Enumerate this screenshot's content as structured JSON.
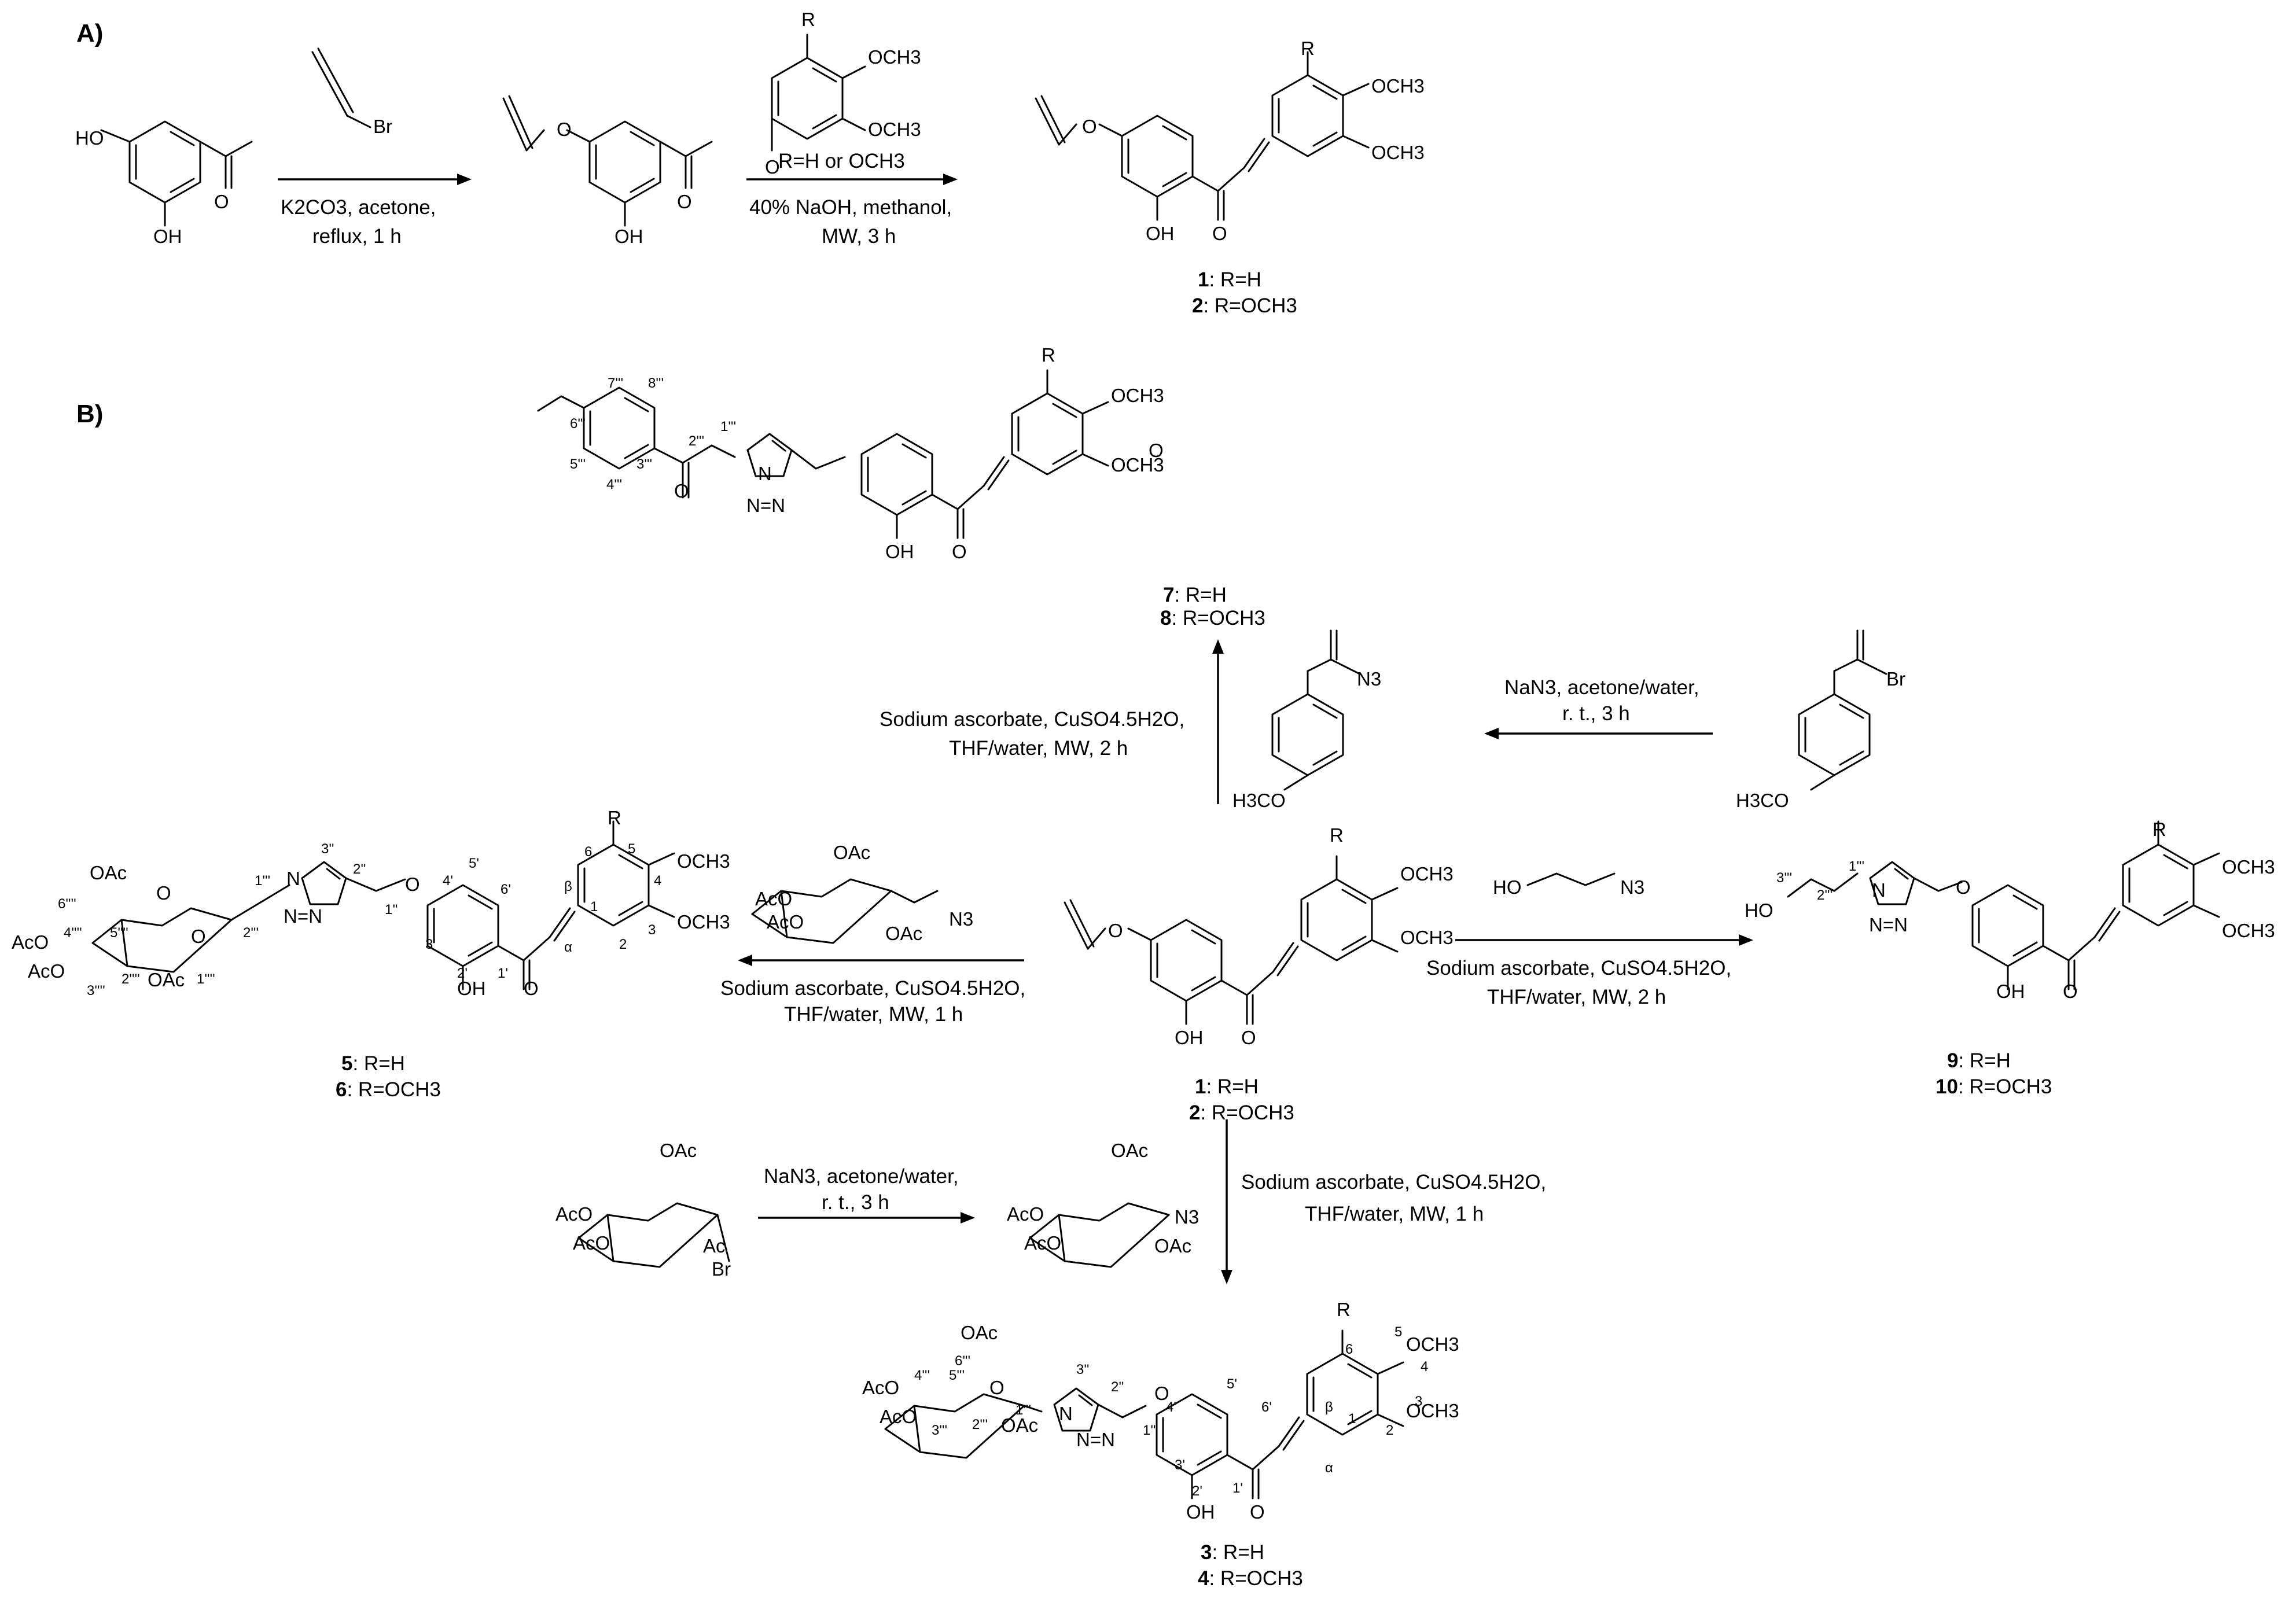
{
  "sections": {
    "a": "A)",
    "b": "B)"
  },
  "reagents": {
    "br": "Br",
    "oh": "OH",
    "ho": "HO",
    "och3": "OCH3",
    "h3co": "H3CO",
    "r": "R",
    "n3": "N3",
    "oac": "OAc",
    "aco": "AcO",
    "ac": "Ac",
    "o": "O",
    "n": "N",
    "nn": "N=N"
  },
  "conditions": {
    "a1": [
      "K2CO3, acetone,",
      "reflux, 1 h"
    ],
    "a2": [
      "R=H or OCH3",
      "40% NaOH, methanol,",
      "MW, 3 h"
    ],
    "b_top_click": [
      "Sodium ascorbate, CuSO4.5H2O,",
      "THF/water, MW, 2 h"
    ],
    "b_top_azide": [
      "NaN3, acetone/water,",
      "r. t., 3 h"
    ],
    "b_left": [
      "Sodium ascorbate, CuSO4.5H2O,",
      "THF/water, MW, 1 h"
    ],
    "b_right": [
      "Sodium ascorbate, CuSO4.5H2O,",
      "THF/water, MW, 2 h"
    ],
    "b_bottom_azide": [
      "NaN3, acetone/water,",
      "r. t., 3 h"
    ],
    "b_bottom_click": [
      "Sodium ascorbate, CuSO4.5H2O,",
      "THF/water, MW, 1 h"
    ]
  },
  "compounds": {
    "c1": {
      "num": "1",
      "text": ": R=H"
    },
    "c2": {
      "num": "2",
      "text": ": R=OCH3"
    },
    "c3": {
      "num": "3",
      "text": ": R=H"
    },
    "c4": {
      "num": "4",
      "text": ": R=OCH3"
    },
    "c5": {
      "num": "5",
      "text": ": R=H"
    },
    "c6": {
      "num": "6",
      "text": ": R=OCH3"
    },
    "c7": {
      "num": "7",
      "text": ": R=H"
    },
    "c8": {
      "num": "8",
      "text": ": R=OCH3"
    },
    "c9": {
      "num": "9",
      "text": ": R=H"
    },
    "c10": {
      "num": "10",
      "text": ": R=OCH3"
    }
  },
  "numbering": {
    "chalcone": [
      "1",
      "2",
      "3",
      "4",
      "5",
      "6",
      "1'",
      "2'",
      "3'",
      "4'",
      "5'",
      "6'",
      "α",
      "β",
      "1''",
      "2''",
      "3''"
    ],
    "sugar": [
      "1''''",
      "2''''",
      "3''''",
      "4''''",
      "5''''",
      "6''''"
    ],
    "sugar_short": [
      "1'''",
      "2'''",
      "3'''",
      "4'''",
      "5'''",
      "6'''"
    ],
    "linker": [
      "1'''",
      "2'''"
    ],
    "aryl": [
      "1'''",
      "2'''",
      "3'''",
      "4'''",
      "5'''",
      "6'''",
      "7'''",
      "8'''"
    ],
    "propyl": [
      "1'''",
      "2'''",
      "3'''"
    ]
  }
}
